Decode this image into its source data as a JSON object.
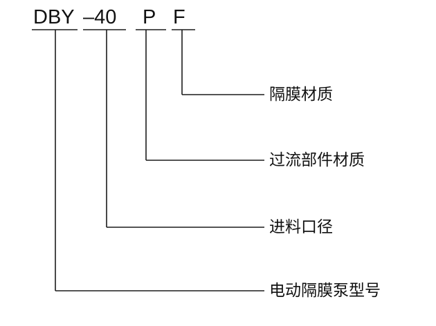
{
  "model_code": {
    "series": "DBY",
    "size": "–40",
    "wetted": "P",
    "diaphragm": "F"
  },
  "labels": {
    "diaphragm_material": "隔膜材质",
    "wetted_parts_material": "过流部件材质",
    "inlet_diameter": "进料口径",
    "pump_model": "电动隔膜泵型号"
  }
}
